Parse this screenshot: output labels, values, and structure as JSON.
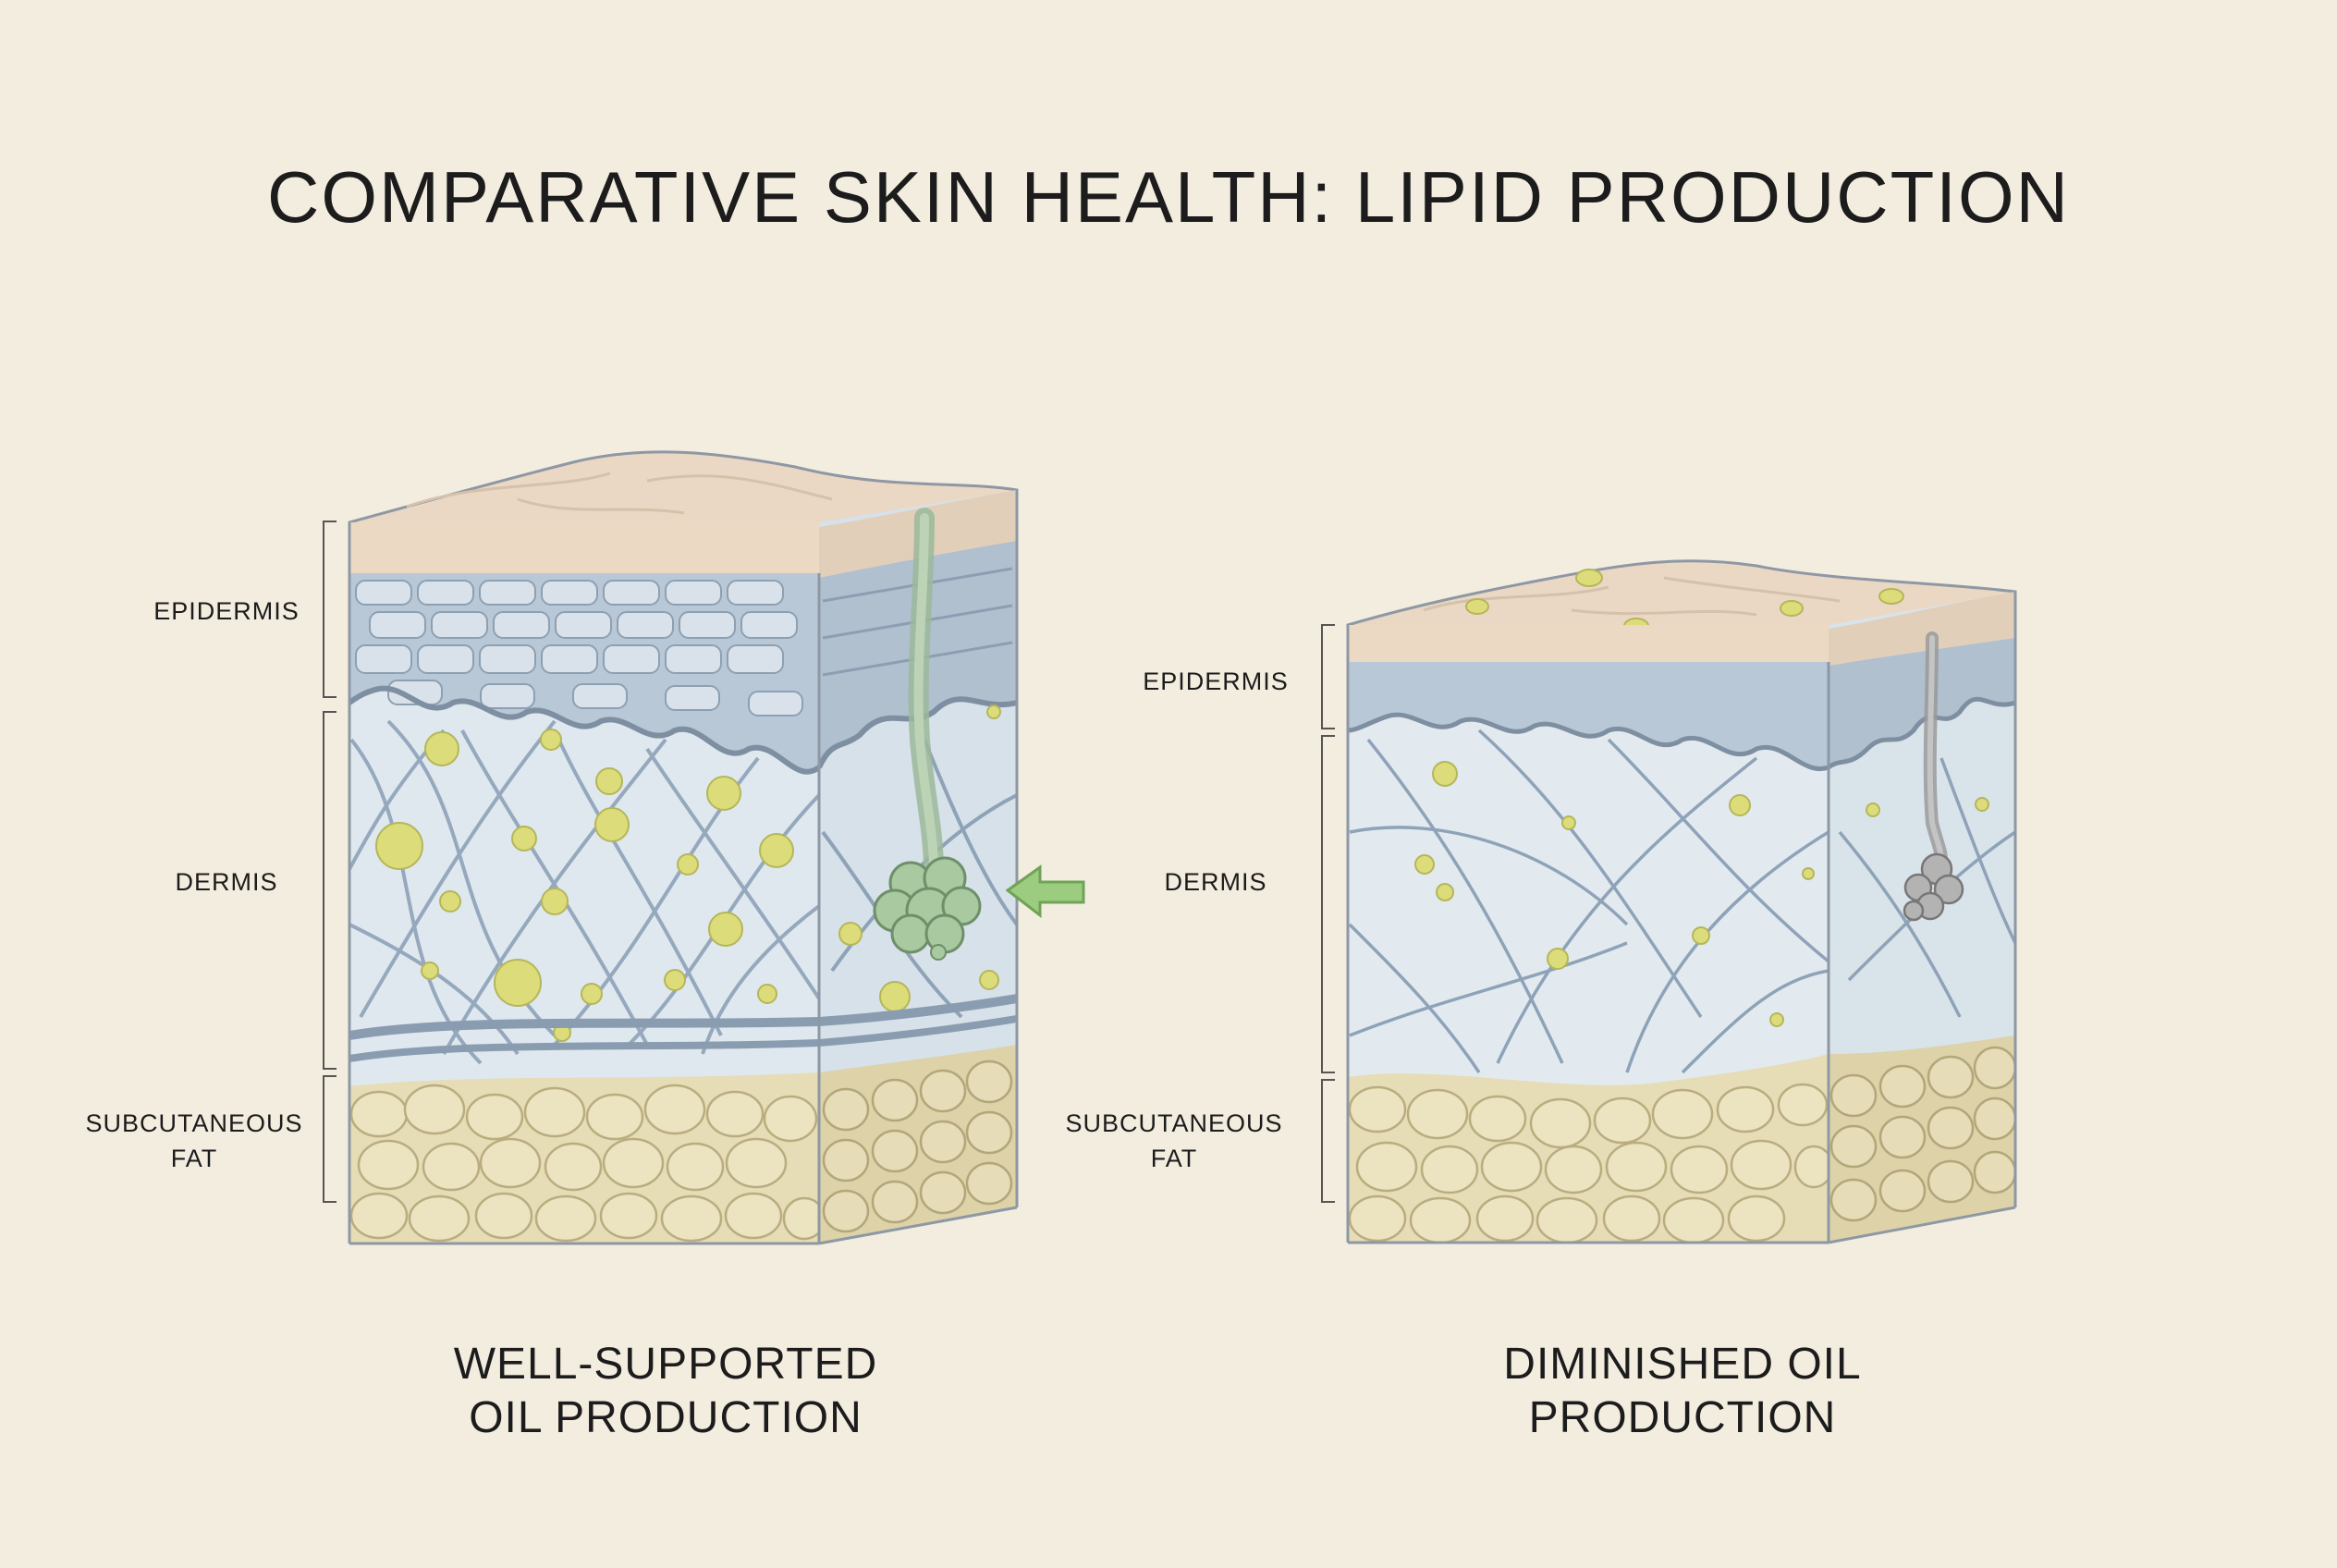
{
  "title": "COMPARATIVE SKIN HEALTH: LIPID PRODUCTION",
  "left_panel": {
    "labels": {
      "epidermis": "EPIDERMIS",
      "dermis": "DERMIS",
      "fat_line1": "SUBCUTANEOUS",
      "fat_line2": "FAT"
    },
    "caption_line1": "WELL-SUPPORTED",
    "caption_line2": "OIL PRODUCTION"
  },
  "right_panel": {
    "labels": {
      "epidermis": "EPIDERMIS",
      "dermis": "DERMIS",
      "fat_line1": "SUBCUTANEOUS",
      "fat_line2": "FAT"
    },
    "caption_line1": "DIMINISHED OIL",
    "caption_line2": "PRODUCTION"
  },
  "colors": {
    "background": "#f3ede0",
    "surface": "#ead8c4",
    "epidermis": "#b9c8d6",
    "dermis": "#dfe8ee",
    "fat": "#e6dcb5",
    "lipid": "#dcdc7a",
    "gland_active": "#a9c9a0",
    "gland_diminished": "#b3b3b3",
    "arrow": "#9ccc7f"
  },
  "icons": {
    "indicator": "arrow-left-icon"
  }
}
